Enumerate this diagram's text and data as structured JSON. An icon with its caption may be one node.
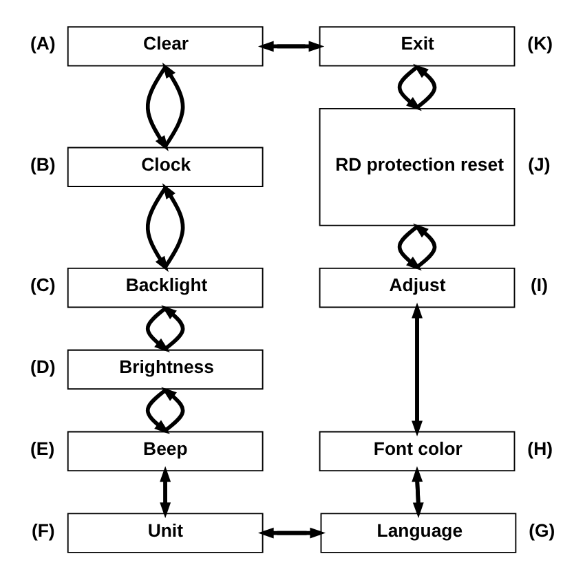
{
  "diagram": {
    "nodes": [
      {
        "text": [
          "Clear"
        ],
        "beside": [
          "(A)"
        ]
      },
      {
        "text": [
          "Clock"
        ],
        "beside": [
          "(B)"
        ]
      },
      {
        "text": [
          "Backlight"
        ],
        "beside": [
          "(C)"
        ]
      },
      {
        "text": [
          "Brightness"
        ],
        "beside": [
          "(D)"
        ]
      },
      {
        "text": [
          "Beep"
        ],
        "beside": [
          "(E)"
        ]
      },
      {
        "text": [
          "Unit"
        ],
        "beside": [
          "(F)"
        ]
      },
      {
        "text": [
          "Language"
        ],
        "beside": [
          "(G)"
        ]
      },
      {
        "text": [
          "Font color"
        ],
        "beside": [
          "(H)"
        ]
      },
      {
        "text": [
          "Adjust"
        ],
        "beside": [
          "(I)"
        ]
      },
      {
        "text": [
          "RD protection reset"
        ],
        "beside": [
          "(J)"
        ]
      },
      {
        "text": [
          "Exit"
        ],
        "beside": [
          "(K)"
        ]
      }
    ],
    "edges": [
      {
        "from": 0,
        "to": 1,
        "arrow": "to"
      },
      {
        "from": 1,
        "to": 0,
        "arrow": "to"
      },
      {
        "from": 1,
        "to": 2,
        "arrow": "to"
      },
      {
        "from": 2,
        "to": 1,
        "arrow": "to"
      },
      {
        "from": 2,
        "to": 3,
        "arrow": "to"
      },
      {
        "from": 3,
        "to": 2,
        "arrow": "to"
      },
      {
        "from": 3,
        "to": 4,
        "arrow": "to"
      },
      {
        "from": 4,
        "to": 3,
        "arrow": "to"
      },
      {
        "from": 4,
        "to": 5,
        "arrow": "to"
      },
      {
        "from": 5,
        "to": 4,
        "arrow": "to"
      },
      {
        "from": 10,
        "to": 9,
        "arrow": "to"
      },
      {
        "from": 9,
        "to": 10,
        "arrow": "to"
      },
      {
        "from": 9,
        "to": 8,
        "arrow": "to"
      },
      {
        "from": 8,
        "to": 9,
        "arrow": "to"
      },
      {
        "from": 8,
        "to": 7,
        "arrow": "to"
      },
      {
        "from": 7,
        "to": 8,
        "arrow": "to"
      },
      {
        "from": 7,
        "to": 6,
        "arrow": "to"
      },
      {
        "from": 6,
        "to": 7,
        "arrow": "to"
      },
      {
        "from": 0,
        "to": 10,
        "arrow": "to"
      },
      {
        "from": 10,
        "to": 0,
        "arrow": "to"
      },
      {
        "from": 5,
        "to": 6,
        "arrow": "to"
      },
      {
        "from": 6,
        "to": 5,
        "arrow": "to"
      }
    ]
  }
}
